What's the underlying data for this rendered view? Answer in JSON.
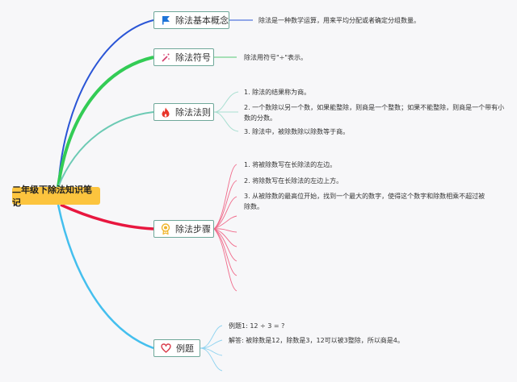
{
  "root": {
    "label": "二年级下除法知识笔记",
    "color": "#fcc43e"
  },
  "branches": [
    {
      "label": "除法基本概念",
      "icon": "flag-icon",
      "edge_color": "#2a55d6",
      "notes": [
        "除法是一种数学运算，用来平均分配或者确定分组数量。"
      ]
    },
    {
      "label": "除法符号",
      "icon": "magic-wand-icon",
      "edge_color": "#33cc55",
      "notes": [
        "除法用符号\"÷\"表示。"
      ]
    },
    {
      "label": "除法法则",
      "icon": "fire-icon",
      "edge_color": "#6ccab4",
      "notes": [
        "1. 除法的结果称为商。",
        "2. 一个数除以另一个数，如果能整除，则商是一个整数；如果不能整除，则商是一个带有小数的分数。",
        "3. 除法中，被除数除以除数等于商。"
      ]
    },
    {
      "label": "除法步骤",
      "icon": "medal-icon",
      "edge_color": "#e8173f",
      "notes": [
        "1. 将被除数写在长除法的左边。",
        "2. 将除数写在长除法的左边上方。",
        "3. 从被除数的最高位开始，找到一个最大的数字，使得这个数字和除数相乘不超过被除数。"
      ]
    },
    {
      "label": "例题",
      "icon": "heart-icon",
      "edge_color": "#44bfee",
      "notes": [
        "例题1: 12 ÷ 3 = ?",
        "解答: 被除数是12，除数是3，12可以被3整除，所以商是4。"
      ]
    }
  ]
}
